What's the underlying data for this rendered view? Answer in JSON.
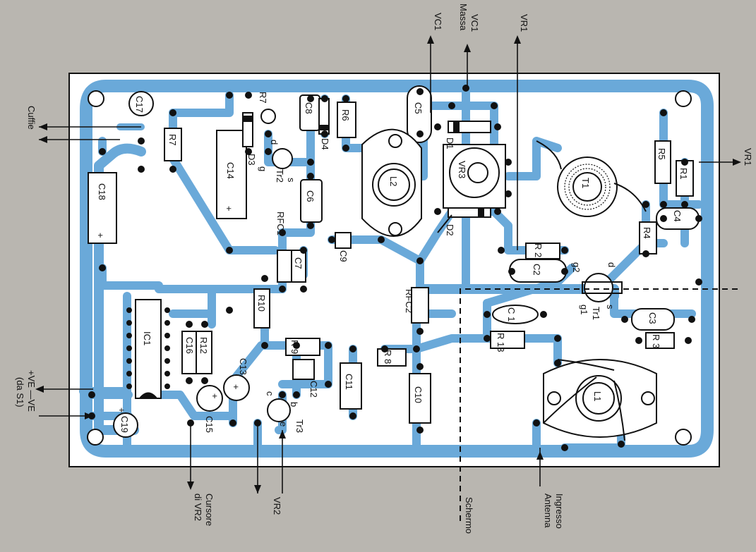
{
  "external_labels": {
    "vc1_left": "VC1",
    "vc1_massa_line1": "VC1",
    "vc1_massa_line2": "Massa",
    "vr1_top": "VR1",
    "vr1_right": "VR1",
    "cuffie": "Cuffie",
    "supply_line1": "+VE —VE",
    "supply_line2": "(da S1)",
    "cursore_line1": "Cursore",
    "cursore_line2": "di VR2",
    "vr2": "VR2",
    "schermo": "Schermo",
    "ingresso_line1": "Ingresso",
    "ingresso_line2": "Antenna"
  },
  "components": {
    "c17": "C17",
    "r7": "R7",
    "c14": "C14",
    "r7b": "R7",
    "d3": "D3",
    "c8": "C8",
    "d4": "D4",
    "r6": "R6",
    "c5": "C5",
    "d1": "D1",
    "vr3": "VR3",
    "l2": "L2",
    "tr2": "Tr2",
    "c6": "C6",
    "rfc1": "RFC1",
    "c18": "C18",
    "c7": "C7",
    "c9": "C9",
    "d2": "D2",
    "t1": "T1",
    "r5": "R5",
    "r1": "R1",
    "c4": "C4",
    "r4": "R4",
    "r2": "R 2",
    "c2": "C2",
    "tr1": "Tr1",
    "rfc2": "RFC2",
    "r10": "R10",
    "c1": "C 1",
    "c3": "C3",
    "r3": "R 3",
    "ic1": "IC1",
    "c16": "C16",
    "r12": "R12",
    "r9": "R 9",
    "c12": "C12",
    "c11": "C11",
    "r8": "R 8",
    "r13": "R 13",
    "c13": "C13",
    "c10": "C10",
    "l1": "L1",
    "c15": "C15",
    "tr3": "Tr3",
    "c19": "C19"
  },
  "pins": {
    "tr2_d": "d",
    "tr2_g": "g",
    "tr2_s": "s",
    "tr1_g2": "g2",
    "tr1_d": "d",
    "tr1_g1": "g1",
    "tr1_s": "s",
    "tr3_c": "c",
    "tr3_b": "b",
    "tr3_e": "e",
    "plus": "+"
  },
  "colors": {
    "track": "#6aa9d9",
    "board": "#ffffff",
    "background": "#b9b6b0",
    "ink": "#111111"
  }
}
